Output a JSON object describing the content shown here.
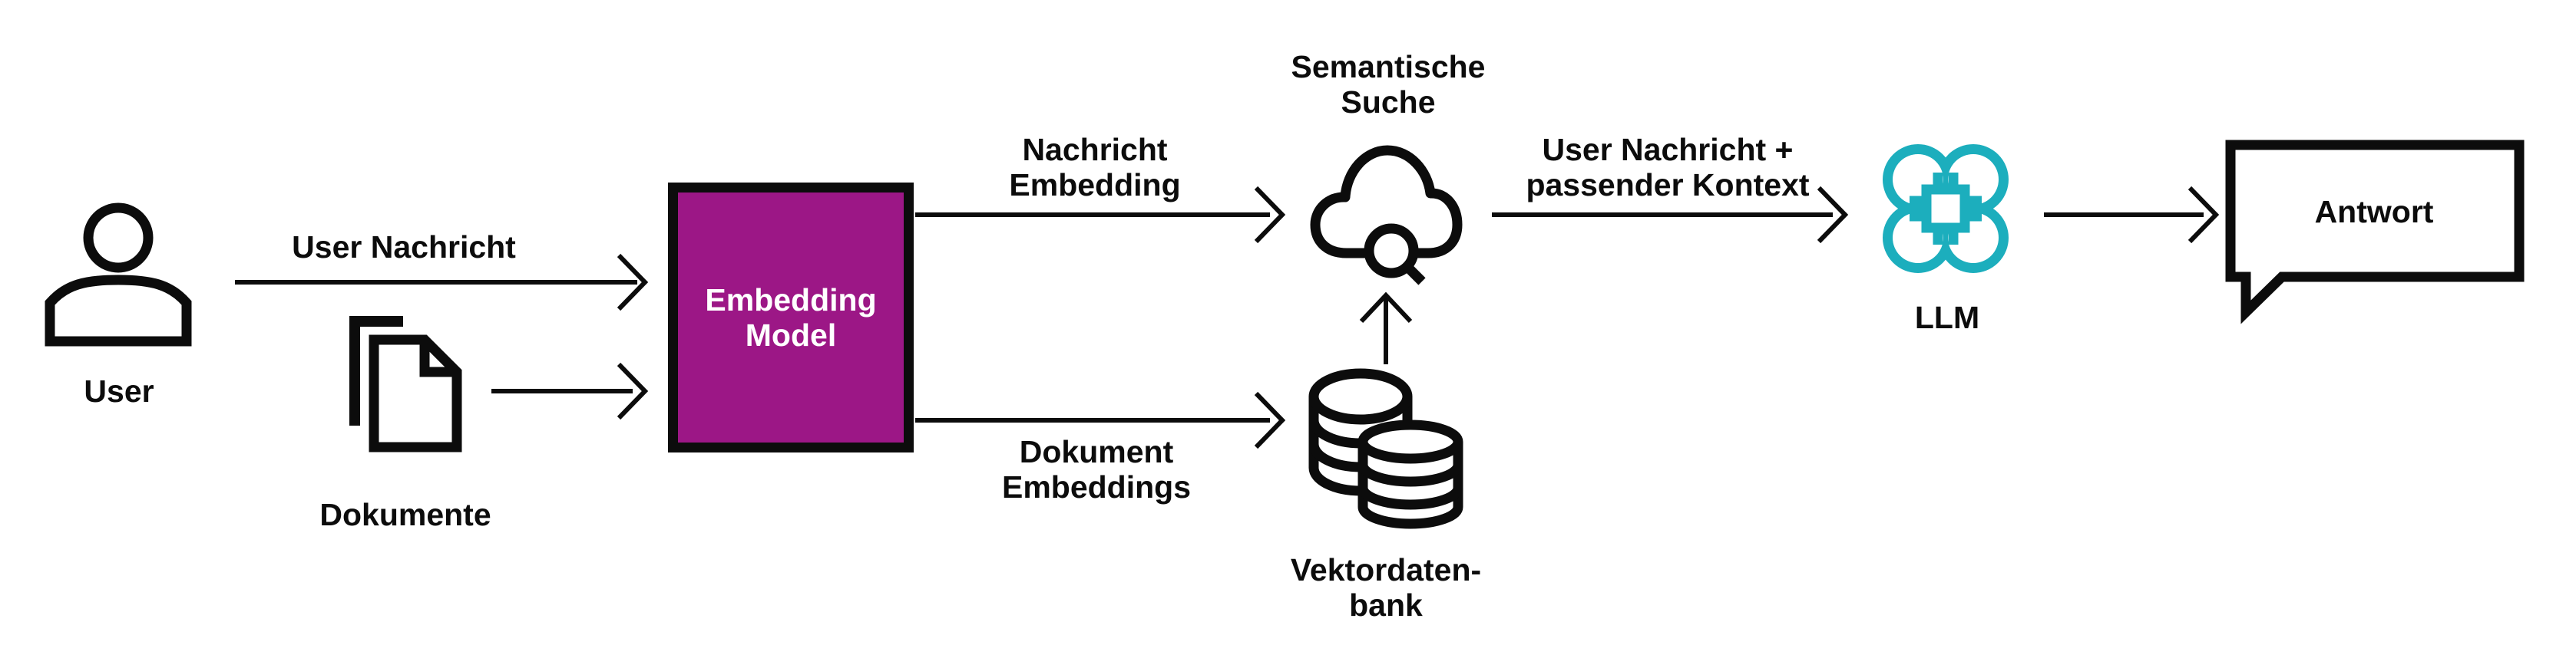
{
  "colors": {
    "ink": "#0c0c0c",
    "magenta": "#9C1786",
    "teal": "#1CAEBD",
    "background": "#ffffff"
  },
  "nodes": {
    "user": {
      "label": "User"
    },
    "dokumente": {
      "label": "Dokumente"
    },
    "embedding_model": {
      "line1": "Embedding",
      "line2": "Model"
    },
    "semantische_suche": {
      "line1": "Semantische",
      "line2": "Suche"
    },
    "vektordatenbank": {
      "line1": "Vektordaten-",
      "line2": "bank"
    },
    "llm": {
      "label": "LLM"
    },
    "antwort": {
      "label": "Antwort"
    }
  },
  "edges": {
    "user_nachricht": {
      "label": "User Nachricht"
    },
    "nachricht_embedding": {
      "line1": "Nachricht",
      "line2": "Embedding"
    },
    "dokument_embeddings": {
      "line1": "Dokument",
      "line2": "Embeddings"
    },
    "user_nachricht_kontext": {
      "line1": "User Nachricht +",
      "line2": "passender Kontext"
    }
  }
}
